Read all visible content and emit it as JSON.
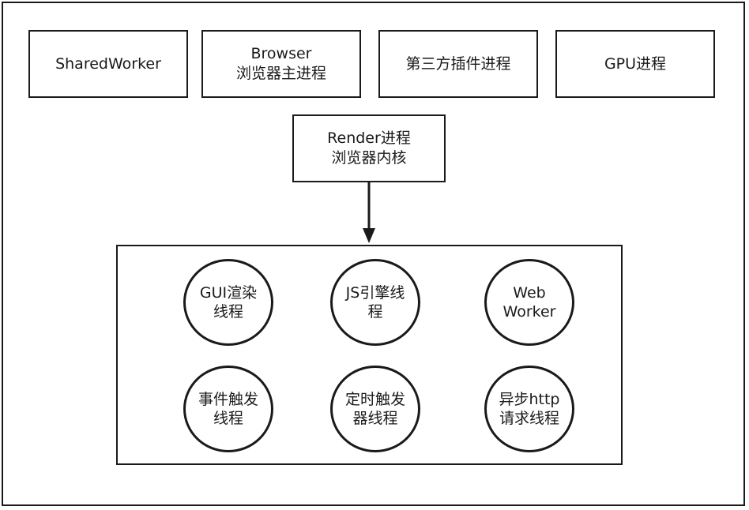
{
  "processes": {
    "sharedworker": {
      "line1": "SharedWorker"
    },
    "browser": {
      "line1": "Browser",
      "line2": "浏览器主进程"
    },
    "plugin": {
      "line1": "第三方插件进程"
    },
    "gpu": {
      "line1": "GPU进程"
    },
    "render": {
      "line1": "Render进程",
      "line2": "浏览器内核"
    }
  },
  "threads": [
    {
      "line1": "GUI渲染",
      "line2": "线程"
    },
    {
      "line1": "JS引擎线",
      "line2": "程"
    },
    {
      "line1": "Web",
      "line2": "Worker"
    },
    {
      "line1": "事件触发",
      "line2": "线程"
    },
    {
      "line1": "定时触发",
      "line2": "器线程"
    },
    {
      "line1": "异步http",
      "line2": "请求线程"
    }
  ]
}
